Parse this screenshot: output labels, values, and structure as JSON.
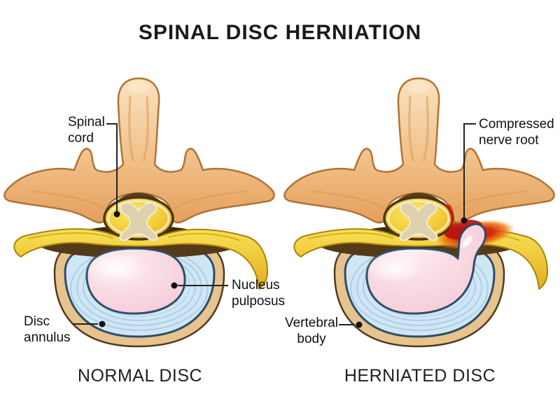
{
  "title": "SPINAL DISC HERNIATION",
  "panels": {
    "left": {
      "caption": "NORMAL DISC",
      "labels": {
        "spinal_cord": "Spinal cord",
        "nucleus_pulposus": "Nucleus pulposus",
        "disc_annulus": "Disc annulus"
      }
    },
    "right": {
      "caption": "HERNIATED DISC",
      "labels": {
        "compressed_nerve_root": "Compressed nerve root",
        "vertebral_body": "Vertebral body"
      }
    }
  },
  "colors": {
    "background": "#FFFFFF",
    "text": "#111111",
    "bone": "#F2C491",
    "bone_outline": "#B07436",
    "nerve_yellow": "#F5DA3C",
    "spinal_cord_yellow": "#F3CC35",
    "gray_matter": "#DDD2AD",
    "canal_shadow": "#5B3F1C",
    "disc_annulus_blue": "#CFE6F5",
    "annulus_ring_line": "#A5C9E2",
    "nucleus_pink": "#F8D8E0",
    "navy_outline": "#2F4D68",
    "vertebral_ring_tan": "#E7C38D",
    "inflammation_red": "#D51A10",
    "leader_line": "#222222"
  }
}
